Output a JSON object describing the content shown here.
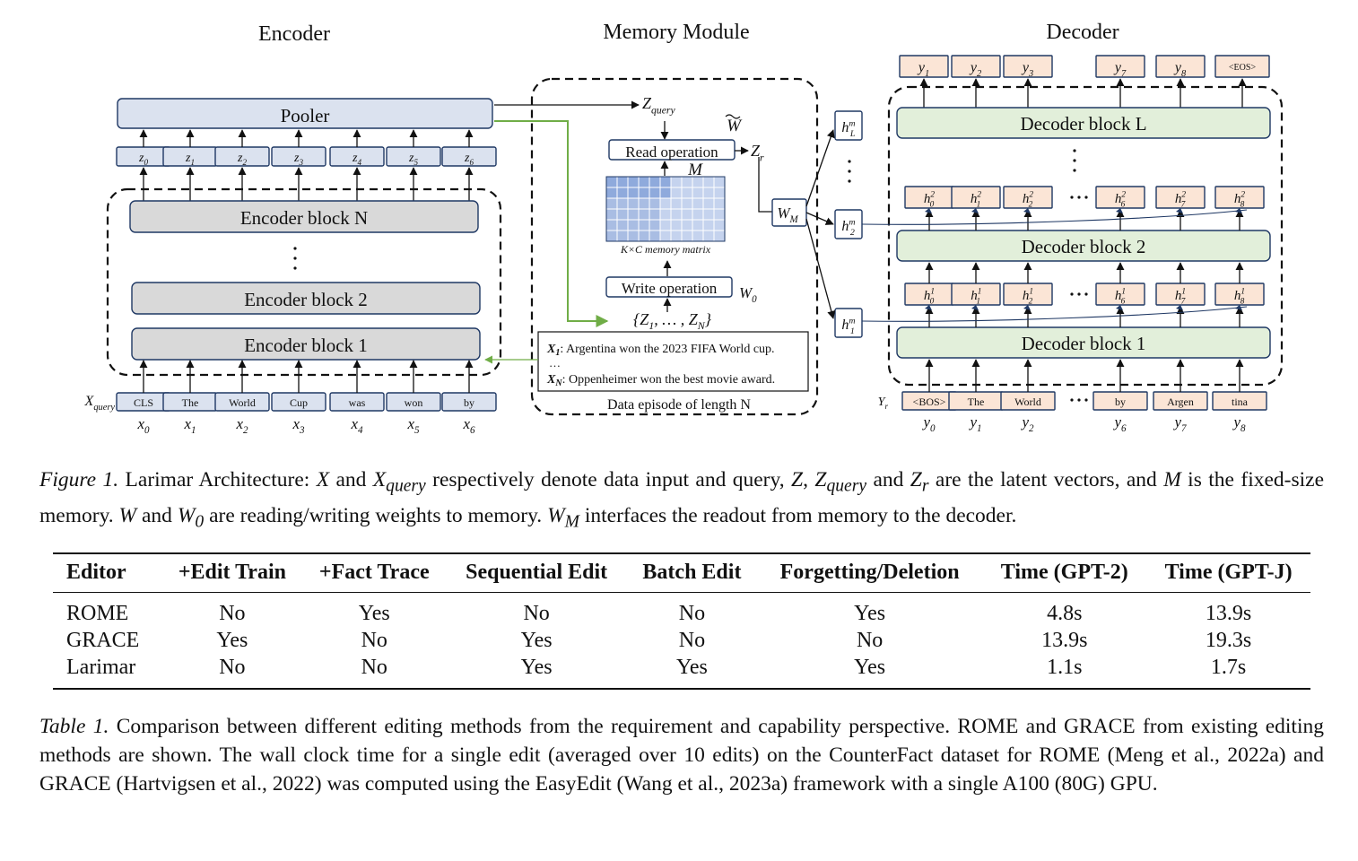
{
  "figure": {
    "encoder": {
      "title": "Encoder",
      "pooler": "Pooler",
      "z": [
        [
          "z",
          "0"
        ],
        [
          "z",
          "1"
        ],
        [
          "z",
          "2"
        ],
        [
          "z",
          "3"
        ],
        [
          "z",
          "4"
        ],
        [
          "z",
          "5"
        ],
        [
          "z",
          "6"
        ]
      ],
      "blocks": [
        "Encoder block N",
        "Encoder block 2",
        "Encoder block 1"
      ],
      "xquery_label": [
        "X",
        "query"
      ],
      "tokens": [
        "CLS",
        "The",
        "World",
        "Cup",
        "was",
        "won",
        "by"
      ],
      "x": [
        [
          "x",
          "0"
        ],
        [
          "x",
          "1"
        ],
        [
          "x",
          "2"
        ],
        [
          "x",
          "3"
        ],
        [
          "x",
          "4"
        ],
        [
          "x",
          "5"
        ],
        [
          "x",
          "6"
        ]
      ]
    },
    "memory": {
      "title": "Memory Module",
      "zquery": [
        "Z",
        "query"
      ],
      "w_tilde": "W",
      "read_op": "Read operation",
      "zr": [
        "Z",
        "r"
      ],
      "m": "M",
      "matrix_caption": "K×C memory matrix",
      "write_op": "Write operation",
      "w0": [
        "W",
        "0"
      ],
      "z_set": "{Z",
      "z_set_sub1": "1",
      "z_set_mid": ", … , Z",
      "z_set_subN": "N",
      "z_set_end": "}",
      "wm": [
        "W",
        "M"
      ],
      "episode": {
        "x1_label": [
          "X",
          "1"
        ],
        "x1_text": ": Argentina won the 2023 FIFA World cup.",
        "ellipsis": "…",
        "xn_label": [
          "X",
          "N"
        ],
        "xn_text": ": Oppenheimer won the best movie award.",
        "caption": "Data episode of length N"
      },
      "h_mem": [
        [
          "h",
          "L",
          "m"
        ],
        [
          "h",
          "2",
          "m"
        ],
        [
          "h",
          "1",
          "m"
        ]
      ]
    },
    "decoder": {
      "title": "Decoder",
      "outputs": [
        [
          "y",
          "1"
        ],
        [
          "y",
          "2"
        ],
        [
          "y",
          "3"
        ],
        [
          "y",
          "7"
        ],
        [
          "y",
          "8"
        ]
      ],
      "eos": "<EOS>",
      "blocks": [
        "Decoder block L",
        "Decoder block 2",
        "Decoder block 1"
      ],
      "h2": [
        [
          "h",
          "0",
          "2"
        ],
        [
          "h",
          "1",
          "2"
        ],
        [
          "h",
          "2",
          "2"
        ],
        [
          "h",
          "6",
          "2"
        ],
        [
          "h",
          "7",
          "2"
        ],
        [
          "h",
          "8",
          "2"
        ]
      ],
      "h1": [
        [
          "h",
          "0",
          "1"
        ],
        [
          "h",
          "1",
          "1"
        ],
        [
          "h",
          "2",
          "1"
        ],
        [
          "h",
          "6",
          "1"
        ],
        [
          "h",
          "7",
          "1"
        ],
        [
          "h",
          "8",
          "1"
        ]
      ],
      "yr_label": [
        "Y",
        "r"
      ],
      "tokens": [
        "<BOS>",
        "The",
        "World",
        "by",
        "Argen",
        "tina"
      ],
      "y": [
        [
          "y",
          "0"
        ],
        [
          "y",
          "1"
        ],
        [
          "y",
          "2"
        ],
        [
          "y",
          "6"
        ],
        [
          "y",
          "7"
        ],
        [
          "y",
          "8"
        ]
      ]
    }
  },
  "figure_caption": {
    "label": "Figure 1.",
    "segments": [
      {
        "t": " Larimar Architecture: ",
        "m": false
      },
      {
        "t": "X",
        "m": true
      },
      {
        "t": " and ",
        "m": false
      },
      {
        "t": "X",
        "m": true,
        "sub": "query"
      },
      {
        "t": " respectively denote data input and query, ",
        "m": false
      },
      {
        "t": "Z",
        "m": true
      },
      {
        "t": ", ",
        "m": false
      },
      {
        "t": "Z",
        "m": true,
        "sub": "query"
      },
      {
        "t": " and ",
        "m": false
      },
      {
        "t": "Z",
        "m": true,
        "sub": "r"
      },
      {
        "t": " are the latent vectors, and ",
        "m": false
      },
      {
        "t": "M",
        "m": true
      },
      {
        "t": " is the fixed-size memory. ",
        "m": false
      },
      {
        "t": "W",
        "m": true
      },
      {
        "t": " and ",
        "m": false
      },
      {
        "t": "W",
        "m": true,
        "sub": "0"
      },
      {
        "t": " are reading/writing weights to memory. ",
        "m": false
      },
      {
        "t": "W",
        "m": true,
        "sub": "M"
      },
      {
        "t": " interfaces the readout from memory to the decoder.",
        "m": false
      }
    ]
  },
  "table": {
    "headers": [
      "Editor",
      "+Edit Train",
      "+Fact Trace",
      "Sequential Edit",
      "Batch Edit",
      "Forgetting/Deletion",
      "Time (GPT-2)",
      "Time (GPT-J)"
    ],
    "rows": [
      [
        "ROME",
        "No",
        "Yes",
        "No",
        "No",
        "Yes",
        "4.8s",
        "13.9s"
      ],
      [
        "GRACE",
        "Yes",
        "No",
        "Yes",
        "No",
        "No",
        "13.9s",
        "19.3s"
      ],
      [
        "Larimar",
        "No",
        "No",
        "Yes",
        "Yes",
        "Yes",
        "1.1s",
        "1.7s"
      ]
    ]
  },
  "table_caption": {
    "label": "Table 1.",
    "text": " Comparison between different editing methods from the requirement and capability perspective.  ROME and GRACE from existing editing methods are shown. The wall clock time for a single edit (averaged over 10 edits) on the CounterFact dataset for ROME (Meng et al., 2022a) and GRACE (Hartvigsen et al., 2022) was computed using the EasyEdit (Wang et al., 2023a) framework with a single A100 (80G) GPU."
  },
  "colors": {
    "encoder_box": "#dbe2ef",
    "encoder_block": "#d9d9d9",
    "decoder_block": "#e2efda",
    "decoder_token": "#fbe5d6",
    "matrix_cell": "#b4c7e7",
    "green_arrow": "#70ad47",
    "stroke": "#1f3864"
  }
}
